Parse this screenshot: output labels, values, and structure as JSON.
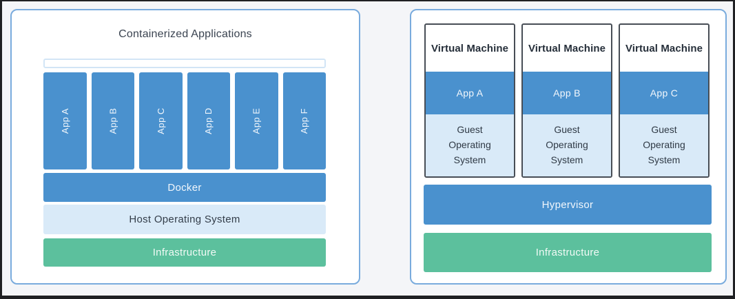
{
  "colors": {
    "accent_blue": "#4a91ce",
    "light_blue_fill": "#d9eaf8",
    "green_fill": "#5cc09d",
    "panel_border_blue": "#79abdd",
    "vm_card_border": "#474d55",
    "background_gray": "#f4f5f8",
    "dark_text": "#3a4350"
  },
  "left_panel": {
    "title": "Containerized Applications",
    "apps": [
      "App A",
      "App B",
      "App C",
      "App D",
      "App E",
      "App F"
    ],
    "layers": [
      {
        "label": "Docker",
        "style": "blue"
      },
      {
        "label": "Host Operating System",
        "style": "light"
      },
      {
        "label": "Infrastructure",
        "style": "green"
      }
    ]
  },
  "right_panel": {
    "vms": [
      {
        "title": "Virtual Machine",
        "app": "App A",
        "os": "Guest Operating System"
      },
      {
        "title": "Virtual Machine",
        "app": "App B",
        "os": "Guest Operating System"
      },
      {
        "title": "Virtual Machine",
        "app": "App C",
        "os": "Guest Operating System"
      }
    ],
    "layers": [
      {
        "label": "Hypervisor",
        "style": "blue"
      },
      {
        "label": "Infrastructure",
        "style": "green"
      }
    ]
  }
}
